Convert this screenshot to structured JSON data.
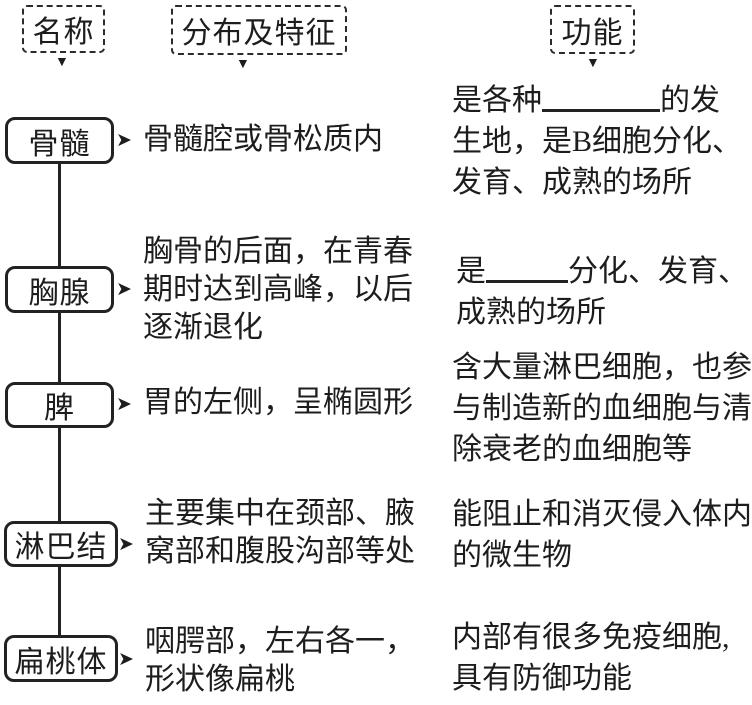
{
  "diagram": {
    "colors": {
      "ink": "#1d1d1d",
      "background": "#ffffff"
    },
    "icons": {
      "arrow_down": "▼",
      "arrow_right": "➤"
    },
    "headers": {
      "name": "名称",
      "distribution": "分布及特征",
      "function": "功能"
    },
    "organs": [
      {
        "name": "骨髓"
      },
      {
        "name": "胸腺"
      },
      {
        "name": "脾"
      },
      {
        "name": "淋巴结"
      },
      {
        "name": "扁桃体"
      }
    ],
    "distributions": [
      {
        "lines": [
          "骨髓腔或骨松质内"
        ]
      },
      {
        "lines": [
          "胸骨的后面，在青春",
          "期时达到高峰，以后",
          "逐渐退化"
        ]
      },
      {
        "lines": [
          "胃的左侧，呈椭圆形"
        ]
      },
      {
        "lines": [
          "主要集中在颈部、腋",
          "窝部和腹股沟部等处"
        ]
      },
      {
        "lines": [
          "咽腭部，左右各一，",
          "形状像扁桃"
        ]
      }
    ],
    "functions": [
      {
        "lines": [
          {
            "pre": "是各种",
            "post": "的发"
          },
          "生地，是B细胞分化、",
          "发育、成熟的场所"
        ]
      },
      {
        "lines": [
          {
            "pre": "是",
            "post": "分化、发育、"
          },
          "成熟的场所"
        ]
      },
      {
        "lines": [
          "含大量淋巴细胞，也参",
          "与制造新的血细胞与清",
          "除衰老的血细胞等"
        ]
      },
      {
        "lines": [
          "能阻止和消灭侵入体内",
          "的微生物"
        ]
      },
      {
        "lines": [
          "内部有很多免疫细胞,",
          "具有防御功能"
        ]
      }
    ]
  }
}
